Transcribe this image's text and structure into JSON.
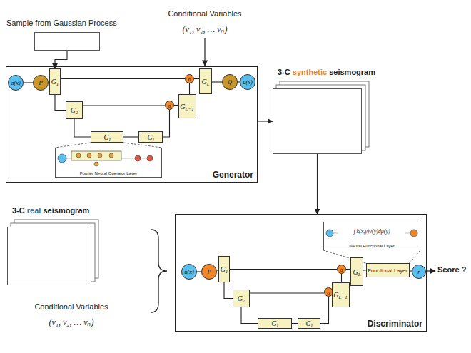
{
  "diagram": {
    "nodes": [
      {
        "text": [
          "Sample from Gaussian Process"
        ]
      },
      {
        "text": [
          "Generator"
        ]
      },
      {
        "text": [
          "a(x)"
        ],
        "in": 1
      },
      {
        "text": [
          "P"
        ],
        "in": 1
      },
      {
        "text": [
          "G",
          "1"
        ],
        "in": 1
      },
      {
        "text": [
          "G",
          "2"
        ],
        "in": 1
      },
      {
        "text": [
          "G",
          "l"
        ],
        "in": 1
      },
      {
        "text": [
          "G",
          "l"
        ],
        "in": 1
      },
      {
        "text": [
          "Fourier Neural Operator Layer"
        ],
        "in": 1
      },
      {
        "text": [
          "σ"
        ],
        "in": 1
      },
      {
        "text": [
          "G",
          "L−1"
        ],
        "in": 1
      },
      {
        "text": [
          "σ"
        ],
        "in": 1
      },
      {
        "text": [
          "G",
          "L"
        ],
        "in": 1
      },
      {
        "text": [
          "Q"
        ],
        "in": 1
      },
      {
        "text": [
          "u(x)"
        ],
        "in": 1
      },
      {
        "text": [
          "3-C",
          "synthetic",
          "seismogram"
        ]
      },
      {
        "text": [
          "3-C",
          "real",
          "seismogram"
        ]
      },
      {
        "text": [
          "Discriminator"
        ]
      },
      {
        "text": [
          "u(x)"
        ],
        "in": 17
      },
      {
        "text": [
          "P"
        ],
        "in": 17
      },
      {
        "text": [
          "G",
          "1"
        ],
        "in": 17
      },
      {
        "text": [
          "G",
          "2"
        ],
        "in": 17
      },
      {
        "text": [
          "G",
          "l"
        ],
        "in": 17
      },
      {
        "text": [
          "G",
          "l"
        ],
        "in": 17
      },
      {
        "text": [
          "σ"
        ],
        "in": 17
      },
      {
        "text": [
          "G",
          "L−1"
        ],
        "in": 17
      },
      {
        "text": [
          "σ"
        ],
        "in": 17
      },
      {
        "text": [
          "G",
          "L"
        ],
        "in": 17
      },
      {
        "text": [
          "Functional Layer"
        ],
        "in": 17
      },
      {
        "text": [
          "r"
        ],
        "in": 17
      },
      {
        "text": [
          "∫ k(x,y)v(y)dμ(y)",
          "Neural Functional Layer"
        ],
        "in": 17
      }
    ],
    "edges": [
      {
        "from": 0,
        "to": 4,
        "arrow": "to"
      },
      {
        "from": 1,
        "to": 15,
        "arrow": "to"
      },
      {
        "from": 15,
        "to": 17,
        "arrow": "to"
      },
      {
        "from": 2,
        "to": 3,
        "arrow": "none"
      },
      {
        "from": 3,
        "to": 4,
        "arrow": "none"
      },
      {
        "from": 4,
        "to": 11,
        "arrow": "none"
      },
      {
        "from": 4,
        "to": 5,
        "arrow": "none"
      },
      {
        "from": 5,
        "to": 9,
        "arrow": "none"
      },
      {
        "from": 9,
        "to": 10,
        "arrow": "none"
      },
      {
        "from": 10,
        "to": 11,
        "arrow": "none"
      },
      {
        "from": 11,
        "to": 12,
        "arrow": "none"
      },
      {
        "from": 12,
        "to": 13,
        "arrow": "none"
      },
      {
        "from": 13,
        "to": 14,
        "arrow": "none"
      },
      {
        "from": 5,
        "to": 6,
        "arrow": "none"
      },
      {
        "from": 6,
        "to": 7,
        "arrow": "none"
      },
      {
        "from": 7,
        "to": 9,
        "arrow": "none"
      },
      {
        "from": 6,
        "to": 8,
        "arrow": "none"
      },
      {
        "from": 18,
        "to": 19,
        "arrow": "none"
      },
      {
        "from": 19,
        "to": 20,
        "arrow": "none"
      },
      {
        "from": 20,
        "to": 26,
        "arrow": "none"
      },
      {
        "from": 20,
        "to": 21,
        "arrow": "none"
      },
      {
        "from": 21,
        "to": 24,
        "arrow": "none"
      },
      {
        "from": 24,
        "to": 25,
        "arrow": "none"
      },
      {
        "from": 25,
        "to": 26,
        "arrow": "none"
      },
      {
        "from": 26,
        "to": 27,
        "arrow": "none"
      },
      {
        "from": 27,
        "to": 28,
        "arrow": "none"
      },
      {
        "from": 28,
        "to": 29,
        "arrow": "none"
      },
      {
        "from": 21,
        "to": 22,
        "arrow": "none"
      },
      {
        "from": 22,
        "to": 23,
        "arrow": "none"
      },
      {
        "from": 23,
        "to": 24,
        "arrow": "none"
      },
      {
        "from": 28,
        "to": 30,
        "arrow": "none"
      }
    ],
    "labels": [
      "Conditional Variables",
      "(v₁, v₂, … vₙ)",
      "Conditional Variables",
      "(v₁, v₂, … vₙ)",
      "Score ?"
    ]
  }
}
